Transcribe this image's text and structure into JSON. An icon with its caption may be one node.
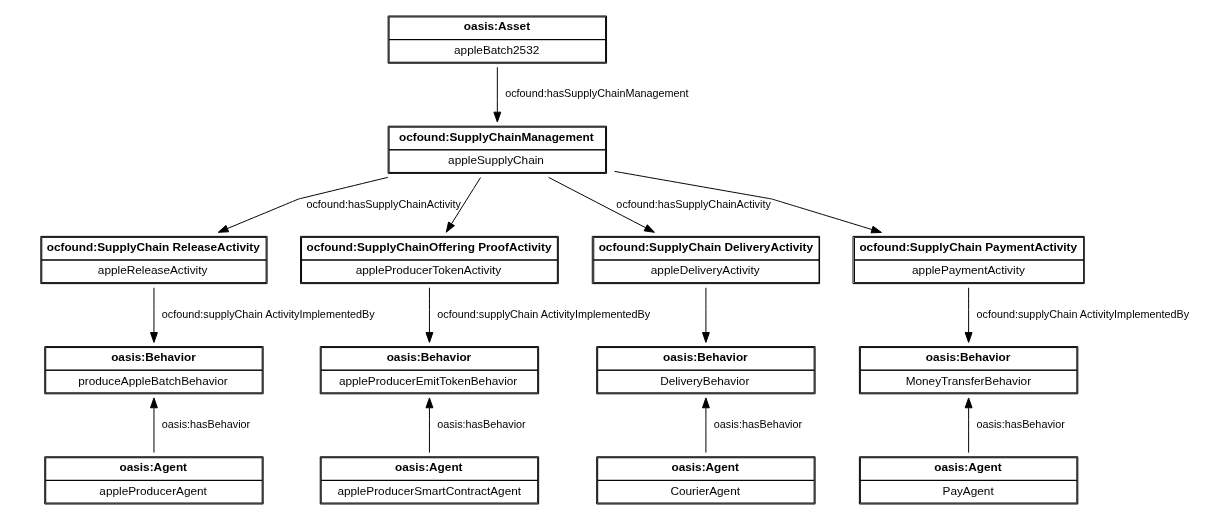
{
  "diagram": {
    "nodes": [
      {
        "text": [
          "oasis:Asset",
          "appleBatch2532"
        ]
      },
      {
        "text": [
          "ocfound:SupplyChainManagement",
          "appleSupplyChain"
        ]
      },
      {
        "text": [
          "ocfound:SupplyChain ReleaseActivity",
          "appleReleaseActivity"
        ]
      },
      {
        "text": [
          "ocfound:SupplyChainOffering ProofActivity",
          "appleProducerTokenActivity"
        ]
      },
      {
        "text": [
          "ocfound:SupplyChain DeliveryActivity",
          "appleDeliveryActivity"
        ]
      },
      {
        "text": [
          "ocfound:SupplyChain PaymentActivity",
          "applePaymentActivity"
        ]
      },
      {
        "text": [
          "oasis:Behavior",
          "produceAppleBatchBehavior"
        ]
      },
      {
        "text": [
          "oasis:Behavior",
          "appleProducerEmitTokenBehavior"
        ]
      },
      {
        "text": [
          "oasis:Behavior",
          "DeliveryBehavior"
        ]
      },
      {
        "text": [
          "oasis:Behavior",
          "MoneyTransferBehavior"
        ]
      },
      {
        "text": [
          "oasis:Agent",
          "appleProducerAgent"
        ]
      },
      {
        "text": [
          "oasis:Agent",
          "appleProducerSmartContractAgent"
        ]
      },
      {
        "text": [
          "oasis:Agent",
          "CourierAgent"
        ]
      },
      {
        "text": [
          "oasis:Agent",
          "PayAgent"
        ]
      }
    ],
    "edges": [
      {
        "from": 0,
        "to": 1,
        "arrow": "to",
        "label": "ocfound:hasSupplyChainManagement"
      },
      {
        "from": 1,
        "to": 2,
        "arrow": "to",
        "label": "ocfound:hasSupplyChainActivity"
      },
      {
        "from": 1,
        "to": 3,
        "arrow": "to"
      },
      {
        "from": 1,
        "to": 4,
        "arrow": "to",
        "label": "ocfound:hasSupplyChainActivity"
      },
      {
        "from": 1,
        "to": 5,
        "arrow": "to"
      },
      {
        "from": 2,
        "to": 6,
        "arrow": "to",
        "label": "ocfound:supplyChain ActivityImplementedBy"
      },
      {
        "from": 3,
        "to": 7,
        "arrow": "to",
        "label": "ocfound:supplyChain ActivityImplementedBy"
      },
      {
        "from": 4,
        "to": 8,
        "arrow": "to"
      },
      {
        "from": 5,
        "to": 9,
        "arrow": "to",
        "label": "ocfound:supplyChain ActivityImplementedBy"
      },
      {
        "from": 10,
        "to": 6,
        "arrow": "to",
        "label": "oasis:hasBehavior"
      },
      {
        "from": 11,
        "to": 7,
        "arrow": "to",
        "label": "oasis:hasBehavior"
      },
      {
        "from": 12,
        "to": 8,
        "arrow": "to",
        "label": "oasis:hasBehavior"
      },
      {
        "from": 13,
        "to": 9,
        "arrow": "to",
        "label": "oasis:hasBehavior"
      }
    ]
  }
}
